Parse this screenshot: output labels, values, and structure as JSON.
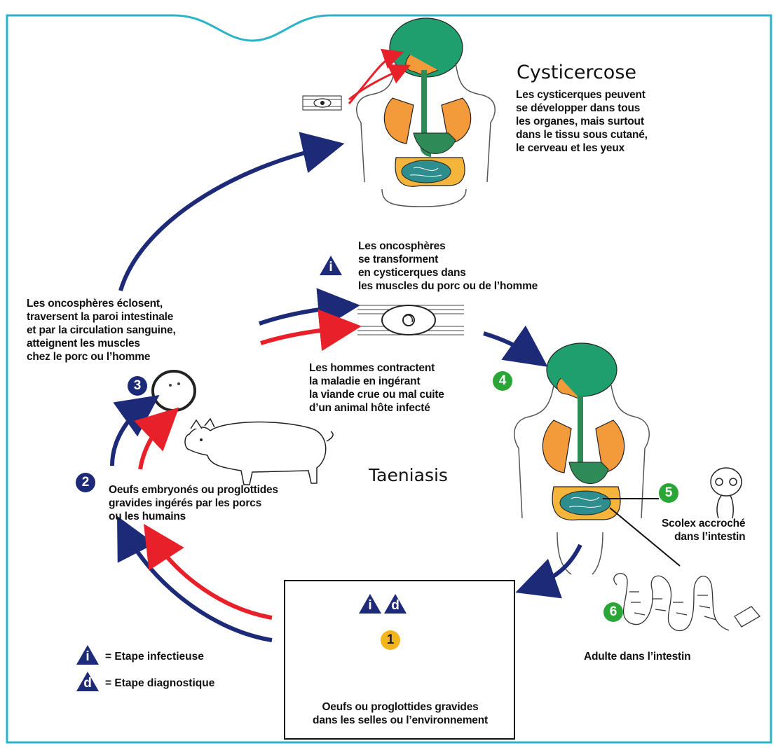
{
  "titles": {
    "cysticercose": "Cysticercose",
    "taeniasis": "Taeniasis"
  },
  "texts": {
    "cysticercose_desc": [
      "Les cysticerques peuvent",
      "se développer dans tous",
      "les organes, mais surtout",
      "dans le tissu sous cutané,",
      "le cerveau et les yeux"
    ],
    "oncospheres_transform": [
      "Les oncosphères",
      "se transforment",
      "en cysticerques dans",
      "les muscles du porc ou de l’homme"
    ],
    "oncospheres_hatch": [
      "Les oncosphères éclosent,",
      "traversent la paroi intestinale",
      "et par la circulation sanguine,",
      "atteignent les muscles",
      "chez le porc ou l’homme"
    ],
    "humans_contract": [
      "Les hommes contractent",
      "la maladie en ingérant",
      "la viande crue ou mal cuite",
      "d’un animal hôte infecté"
    ],
    "eggs_ingested": [
      "Oeufs embryonés ou proglottides",
      "gravides ingérés par les porcs",
      "ou les humains"
    ],
    "scolex": [
      "Scolex accroché",
      "dans l’intestin"
    ],
    "adult": [
      "Adulte dans l’intestin"
    ],
    "eggs_stool": [
      "Oeufs ou proglottides gravides",
      "dans les selles ou l’environnement"
    ]
  },
  "steps": [
    "1",
    "2",
    "3",
    "4",
    "5",
    "6"
  ],
  "legend": {
    "infectious_letter": "i",
    "infectious_label": "= Etape infectieuse",
    "diagnostic_letter": "d",
    "diagnostic_label": "= Etape diagnostique"
  },
  "colors": {
    "frame": "#2bb3c8",
    "arrow_blue": "#1d2a78",
    "arrow_red": "#e8202a",
    "step_blue": "#1d2a78",
    "step_green": "#2aa637",
    "step_yellow": "#f2b51b",
    "organ_orange": "#f39a3b",
    "organ_green": "#2e8b57",
    "brain_green": "#1f9e6e",
    "intestine_teal": "#2e8e8e",
    "intestine_yellow": "#f4b53a"
  }
}
